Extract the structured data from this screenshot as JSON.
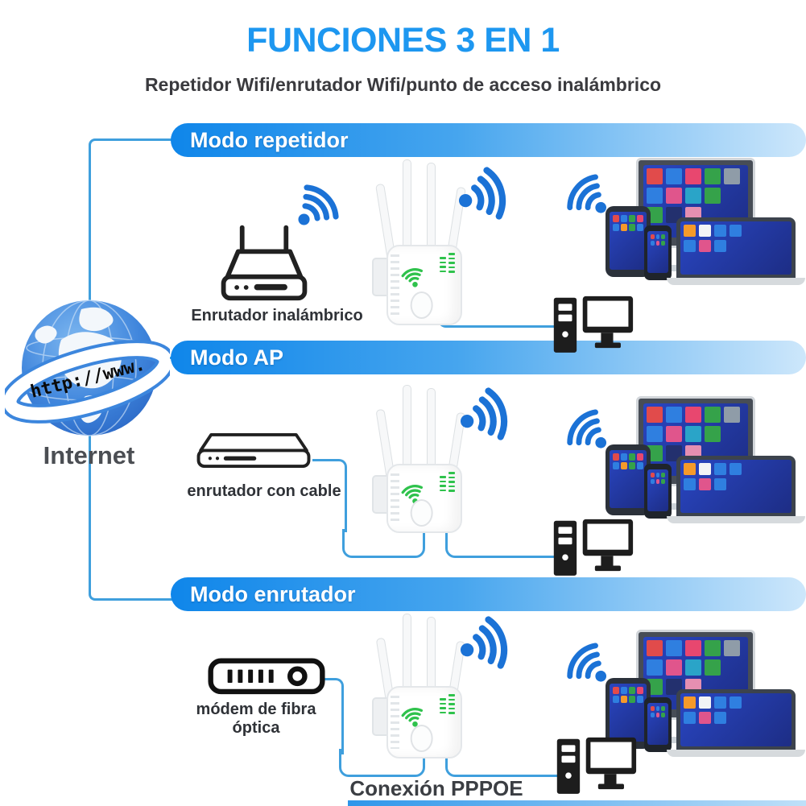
{
  "page": {
    "title": "FUNCIONES 3 EN 1",
    "subtitle": "Repetidor Wifi/enrutador Wifi/punto de acceso inalámbrico"
  },
  "internet": {
    "label": "Internet",
    "globe_text": "http://www."
  },
  "sections": [
    {
      "header": "Modo repetidor",
      "source_label": "Enrutador inalámbrico"
    },
    {
      "header": "Modo AP",
      "source_label": "enrutador con cable"
    },
    {
      "header": "Modo enrutador",
      "source_label": "módem de fibra óptica",
      "connection_label": "Conexión PPPOE"
    }
  ],
  "colors": {
    "accent_blue": "#1d97f0",
    "line_blue": "#3f9fdd",
    "wifi_blue": "#1b72d6",
    "device_green": "#2fc24c",
    "pill_start": "#0f86ea",
    "pill_mid": "#46a5ee",
    "pill_end": "#cde7fb",
    "text_dark": "#3b3e43",
    "text_label": "#2f3237"
  },
  "tiles": {
    "monitor": [
      [
        "#e14b4b",
        "#2f7fe0",
        "#e8476f",
        "#35a24a",
        "#8f9ca8"
      ],
      [
        "#2f7fe0",
        "#e0558c",
        "#2aa4c8",
        "#35a24a"
      ],
      [
        "#35a24a",
        "#23306e",
        "#e58fb1"
      ]
    ],
    "laptop": [
      [
        "#f59a2a",
        "#f2f4f6",
        "#2f7fe0",
        "#2f7fe0"
      ],
      [
        "#2f7fe0",
        "#e0558c",
        "#2f7fe0"
      ]
    ],
    "tablet": [
      [
        "#e14b4b",
        "#2f7fe0",
        "#35a24a",
        "#e8476f"
      ],
      [
        "#2f7fe0",
        "#f59a2a",
        "#35a24a",
        "#2f7fe0"
      ]
    ],
    "phone": [
      [
        "#e14b4b",
        "#2f7fe0",
        "#35a24a"
      ],
      [
        "#2f7fe0",
        "#e0558c",
        "#35a24a"
      ]
    ]
  }
}
